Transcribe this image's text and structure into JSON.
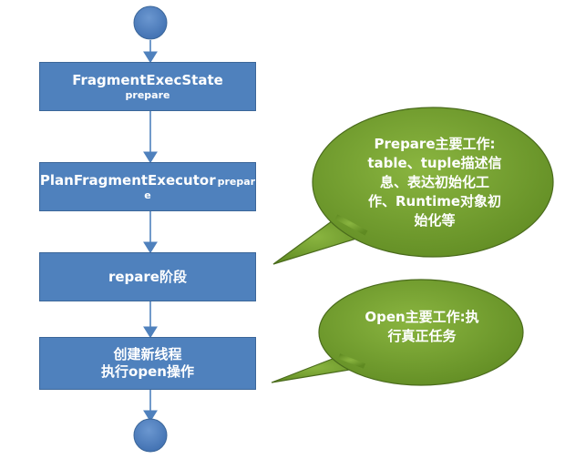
{
  "nodes": {
    "n1": {
      "line1": "FragmentExecState",
      "line2": "prepare"
    },
    "n2": {
      "line1": "PlanFragmentExecutor",
      "line1_suffix": "prepar",
      "line2": "e"
    },
    "n3": {
      "line1": "repare阶段"
    },
    "n4": {
      "line1": "创建新线程",
      "line2": "执行open操作"
    }
  },
  "callouts": {
    "prepare": {
      "lines": [
        "Prepare主要工作:",
        "table、tuple描述信",
        "息、表达初始化工",
        "作、Runtime对象初",
        "始化等"
      ]
    },
    "open": {
      "lines": [
        "Open主要工作:执",
        "行真正任务"
      ]
    }
  },
  "colors": {
    "box": "#4f81bd",
    "box_border": "#3b6699",
    "start_end": "#4f81bd",
    "callout_fill": "#6f9a2c",
    "callout_border": "#4a6b1c",
    "text": "#ffffff",
    "arrow": "#4f81bd"
  }
}
